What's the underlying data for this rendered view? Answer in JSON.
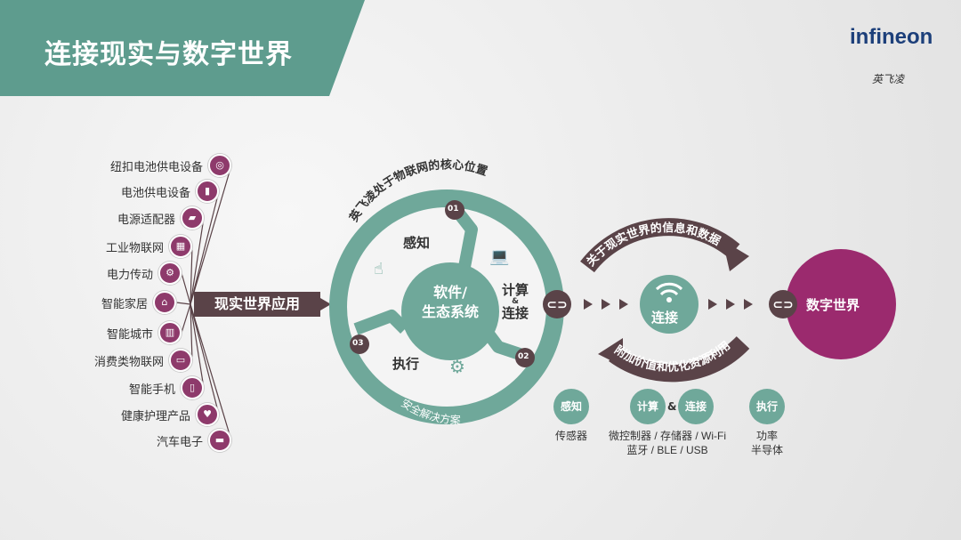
{
  "title": "连接现实与数字世界",
  "logo": {
    "brand": "infineon",
    "cn": "英飞凌"
  },
  "colors": {
    "teal": "#6fa89a",
    "dark": "#5a4348",
    "purple": "#9b2a6e"
  },
  "applications": [
    {
      "label": "纽扣电池供电设备",
      "icon": "coin-battery-icon"
    },
    {
      "label": "电池供电设备",
      "icon": "battery-icon"
    },
    {
      "label": "电源适配器",
      "icon": "power-adapter-icon"
    },
    {
      "label": "工业物联网",
      "icon": "industrial-iot-icon"
    },
    {
      "label": "电力传动",
      "icon": "motor-drive-icon"
    },
    {
      "label": "智能家居",
      "icon": "smart-home-icon"
    },
    {
      "label": "智能城市",
      "icon": "smart-city-icon"
    },
    {
      "label": "消费类物联网",
      "icon": "consumer-iot-icon"
    },
    {
      "label": "智能手机",
      "icon": "smartphone-icon"
    },
    {
      "label": "健康护理产品",
      "icon": "health-care-icon"
    },
    {
      "label": "汽车电子",
      "icon": "car-icon"
    }
  ],
  "real_world": "现实世界应用",
  "cycle": {
    "arc_top": "英飞凌处于物联网的核心位置",
    "arc_bottom": "安全解决方案",
    "center_line1": "软件/",
    "center_line2": "生态系统",
    "steps": [
      {
        "num": "01",
        "label": "感知"
      },
      {
        "num": "02",
        "label_line1": "计算",
        "amp": "&",
        "label_line2": "连接"
      },
      {
        "num": "03",
        "label": "执行"
      }
    ]
  },
  "connect": "连接",
  "arc_upper": "关于现实世界的信息和数据",
  "arc_lower": "附加价值和优化资源利用",
  "digital_world": "数字世界",
  "legend": [
    {
      "badge": "感知",
      "caption": "传感器"
    },
    {
      "badge1": "计算",
      "amp": "&",
      "badge2": "连接",
      "caption1": "微控制器 / 存储器 / Wi-Fi",
      "caption2": "蓝牙 / BLE / USB"
    },
    {
      "badge": "执行",
      "caption1": "功率",
      "caption2": "半导体"
    }
  ]
}
